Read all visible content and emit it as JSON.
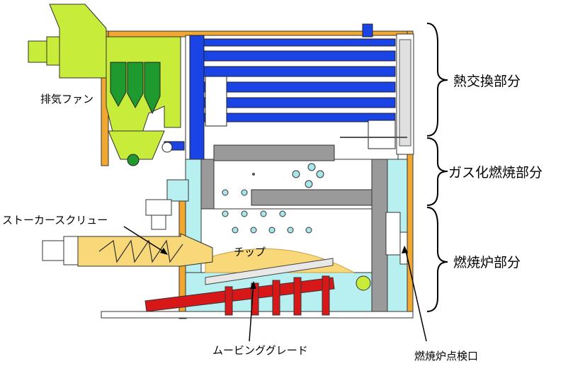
{
  "labels": {
    "exhaust_fan": "排気ファン",
    "heat_exchange_section": "熱交換部分",
    "gasification_section": "ガス化燃焼部分",
    "stoker_screw": "ストーカースクリュー",
    "chips": "チップ",
    "furnace_section": "燃焼炉部分",
    "moving_grate": "ムービンググレード",
    "inspection_port": "燃焼炉点検口"
  },
  "colors": {
    "outer_frame": "#f0a830",
    "heat_exchanger_tubes": "#1a44e6",
    "fan_body": "#c8ec3a",
    "cyclone": "#1f9a2e",
    "furnace_water": "#b8f0f2",
    "grate": "#d81818",
    "fuel_chips": "#f8d878",
    "refractory": "#9a9a9a"
  }
}
